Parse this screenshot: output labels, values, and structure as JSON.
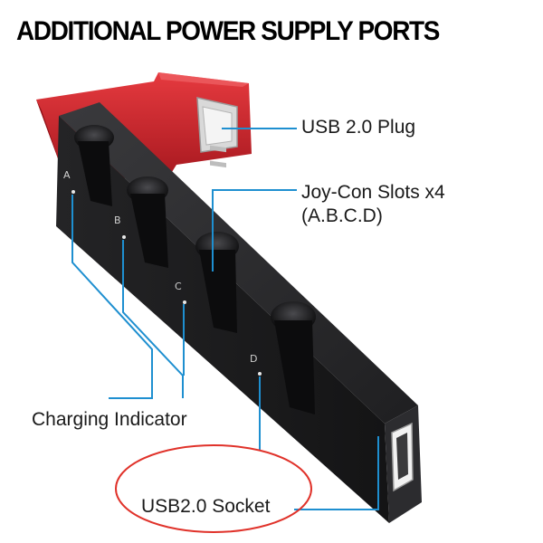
{
  "headline": "ADDITIONAL POWER SUPPLY PORTS",
  "callouts": {
    "usb_plug": "USB 2.0 Plug",
    "joycon_slots_line1": "Joy-Con Slots x4",
    "joycon_slots_line2": "(A.B.C.D)",
    "charging_indicator": "Charging Indicator",
    "usb_socket": "USB2.0 Socket"
  },
  "slot_letters": [
    "A",
    "B",
    "C",
    "D"
  ],
  "colors": {
    "body": "#1c1c1e",
    "accent_red": "#d0202a",
    "leader_line": "#1e8fd0",
    "highlight_ring": "#e0322a"
  }
}
